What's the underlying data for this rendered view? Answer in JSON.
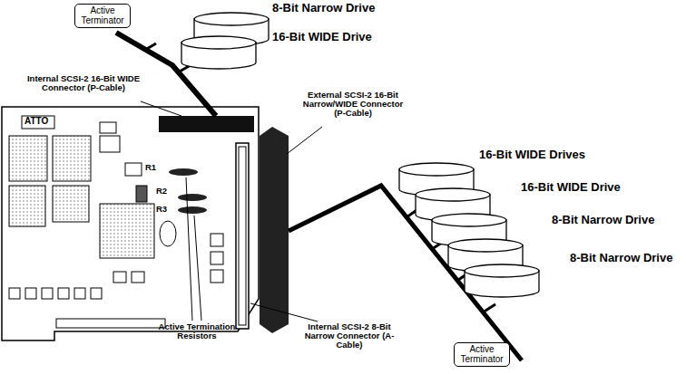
{
  "diagram": {
    "nodes": [
      {
        "text": [
          "Active Terminator"
        ]
      },
      {
        "text": [
          "Active Terminator"
        ]
      }
    ],
    "labels": [
      "8-Bit Narrow Drive",
      "16-Bit WIDE Drive",
      "Internal SCSI-2 16-Bit WIDE Connector (P-Cable)",
      "ATTO",
      "R1",
      "R2",
      "R3",
      "External SCSI-2 16-Bit Narrow/WIDE Connector (P-Cable)",
      "16-Bit WIDE Drives",
      "16-Bit WIDE Drive",
      "8-Bit Narrow Drive",
      "8-Bit Narrow Drive",
      "Active Termination Resistors",
      "Internal SCSI-2 8-Bit Narrow Connector (A-Cable)"
    ]
  }
}
